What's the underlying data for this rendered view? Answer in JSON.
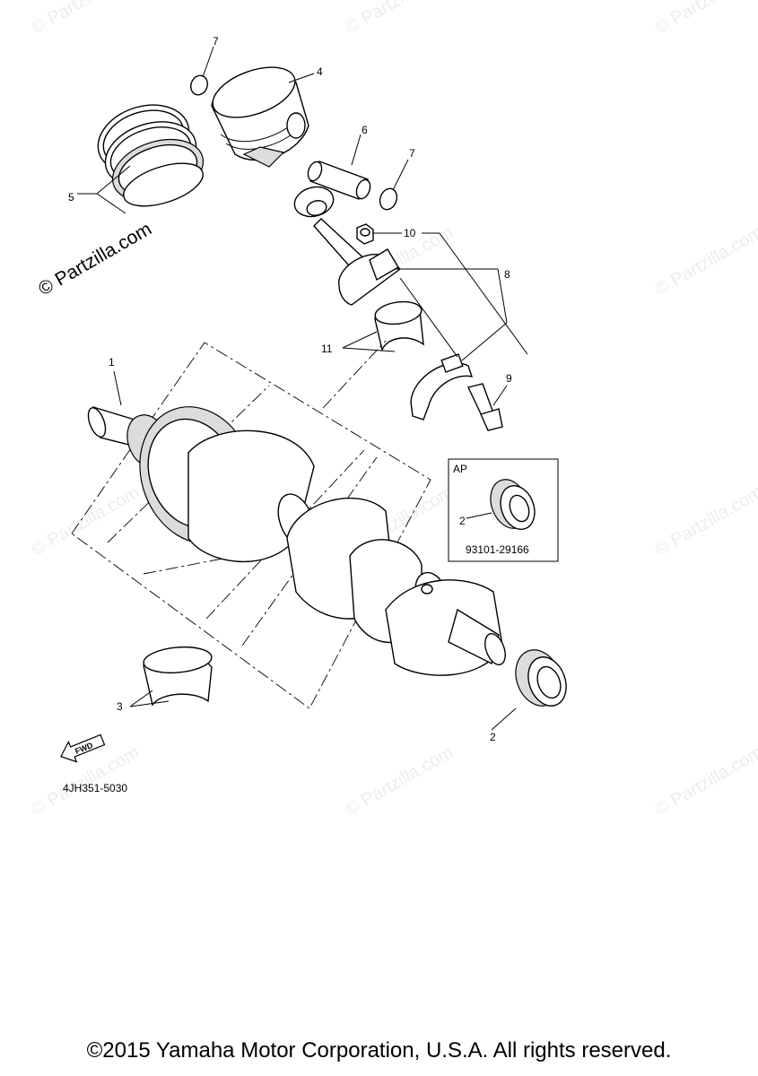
{
  "watermark": {
    "main": "© Partzilla.com",
    "faint": "© Partzilla.com"
  },
  "callouts": {
    "c1": "1",
    "c2_inset": "2",
    "c2": "2",
    "c3": "3",
    "c4": "4",
    "c5": "5",
    "c6": "6",
    "c7a": "7",
    "c7b": "7",
    "c8": "8",
    "c9": "9",
    "c10": "10",
    "c11": "11"
  },
  "inset": {
    "title": "AP",
    "part_number": "93101-29166"
  },
  "fwd_label": "FWD",
  "diagram_code": "4JH351-5030",
  "copyright": "©2015 Yamaha Motor Corporation, U.S.A. All rights reserved."
}
